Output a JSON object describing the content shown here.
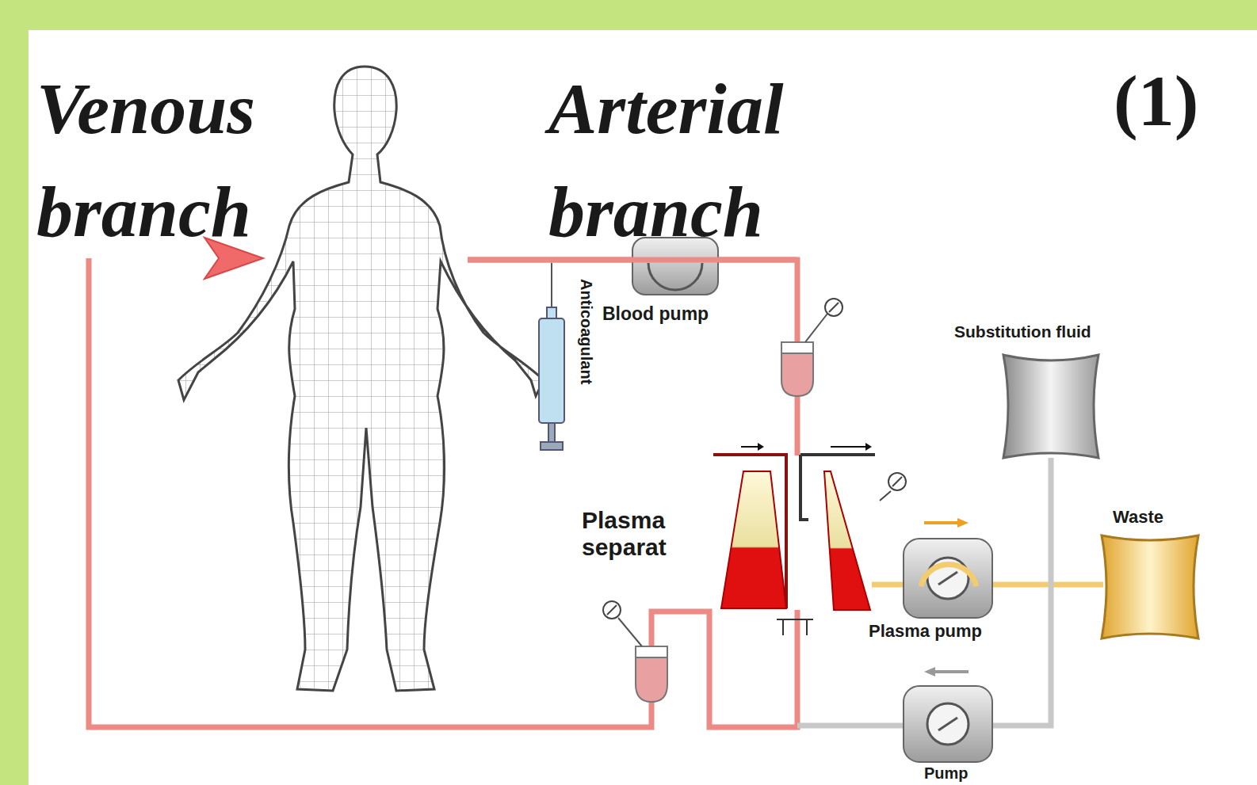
{
  "diagram": {
    "labels": [
      "Venous branch",
      "Arterial branch",
      "(1)",
      "Anticoagulant",
      "Blood pump",
      "Substitution fluid",
      "Waste",
      "Plasma separat",
      "Plasma pump",
      "Pump"
    ]
  }
}
